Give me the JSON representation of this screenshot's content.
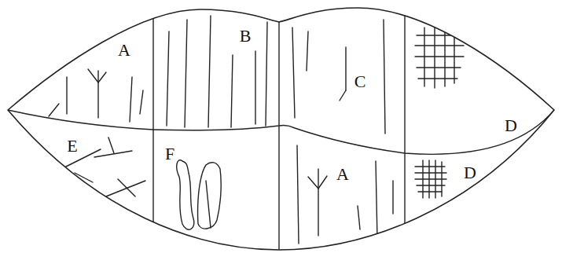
{
  "diagram": {
    "labels": [
      "A",
      "B",
      "C",
      "D",
      "E",
      "F",
      "A",
      "D"
    ]
  }
}
